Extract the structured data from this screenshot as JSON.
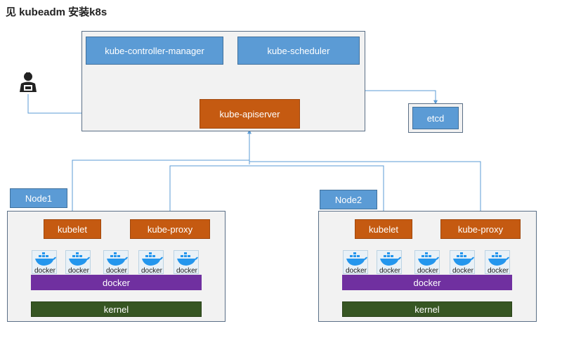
{
  "title": "见 kubeadm 安装k8s",
  "master": {
    "controller_manager": "kube-controller-manager",
    "scheduler": "kube-scheduler",
    "apiserver": "kube-apiserver"
  },
  "etcd": "etcd",
  "nodes": [
    {
      "label": "Node1",
      "kubelet": "kubelet",
      "kube_proxy": "kube-proxy",
      "docker": "docker",
      "kernel": "kernel",
      "containers": [
        "docker",
        "docker",
        "docker",
        "docker",
        "docker"
      ]
    },
    {
      "label": "Node2",
      "kubelet": "kubelet",
      "kube_proxy": "kube-proxy",
      "docker": "docker",
      "kernel": "kernel",
      "containers": [
        "docker",
        "docker",
        "docker",
        "docker",
        "docker"
      ]
    }
  ],
  "colors": {
    "blue": "#5b9bd5",
    "orange": "#c55a11",
    "purple": "#7030a0",
    "green": "#375623",
    "line": "#5b9bd5"
  },
  "icons": {
    "user": "user-icon",
    "container": "docker-whale-icon"
  }
}
